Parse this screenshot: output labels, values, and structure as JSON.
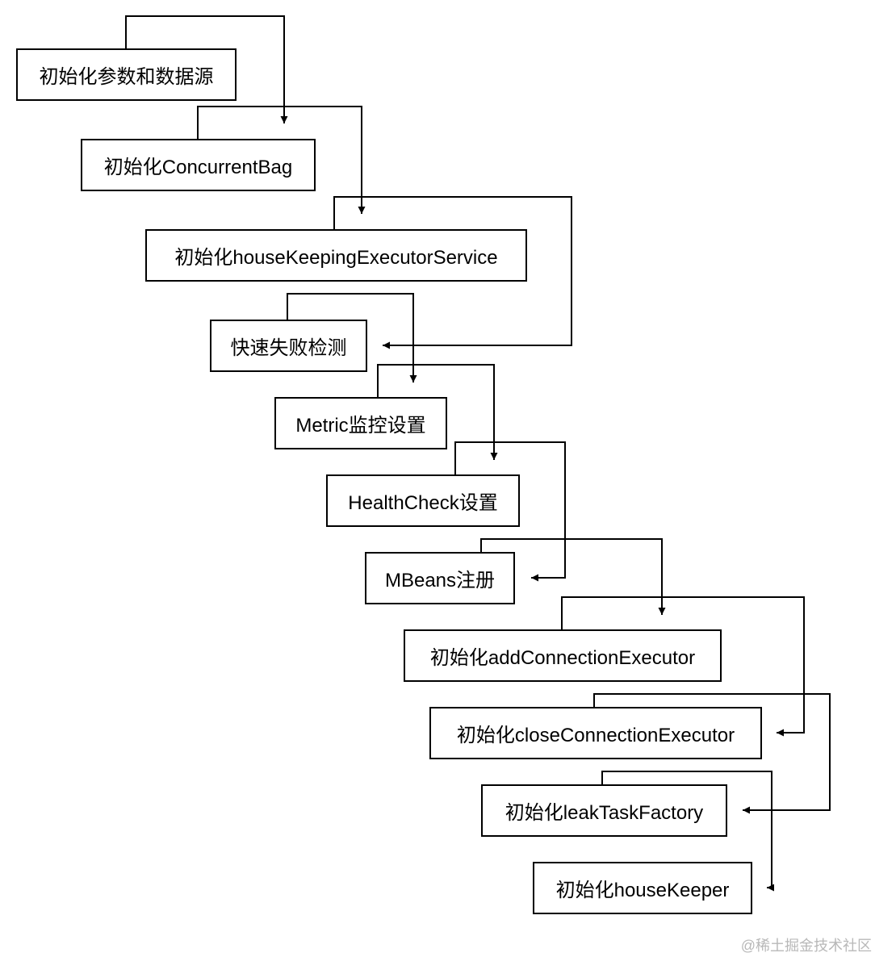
{
  "steps": [
    "初始化参数和数据源",
    "初始化ConcurrentBag",
    "初始化houseKeepingExecutorService",
    "快速失败检测",
    "Metric监控设置",
    "HealthCheck设置",
    "MBeans注册",
    "初始化addConnectionExecutor",
    "初始化closeConnectionExecutor",
    "初始化leakTaskFactory",
    "初始化houseKeeper"
  ],
  "watermark": "@稀土掘金技术社区"
}
